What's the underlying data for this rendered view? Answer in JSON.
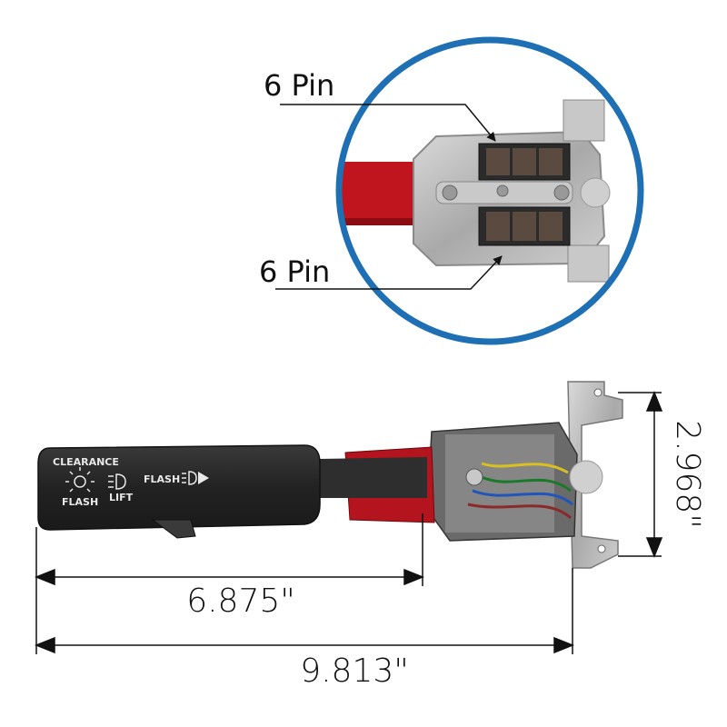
{
  "callouts": {
    "top_pin": "6 Pin",
    "bottom_pin": "6 Pin"
  },
  "dimensions": {
    "lever_length": "6.875\"",
    "overall_length": "9.813\"",
    "height": "2.968\""
  },
  "stalk": {
    "clearance": "CLEARANCE",
    "flash_left": "FLASH",
    "lift": "LIFT",
    "flash_right": "FLASH"
  },
  "colors": {
    "circle_border": "#1e6fb3",
    "lever": "#2a2a2a",
    "red_handle": "#b3141e",
    "metal": "#b8b8b8"
  }
}
